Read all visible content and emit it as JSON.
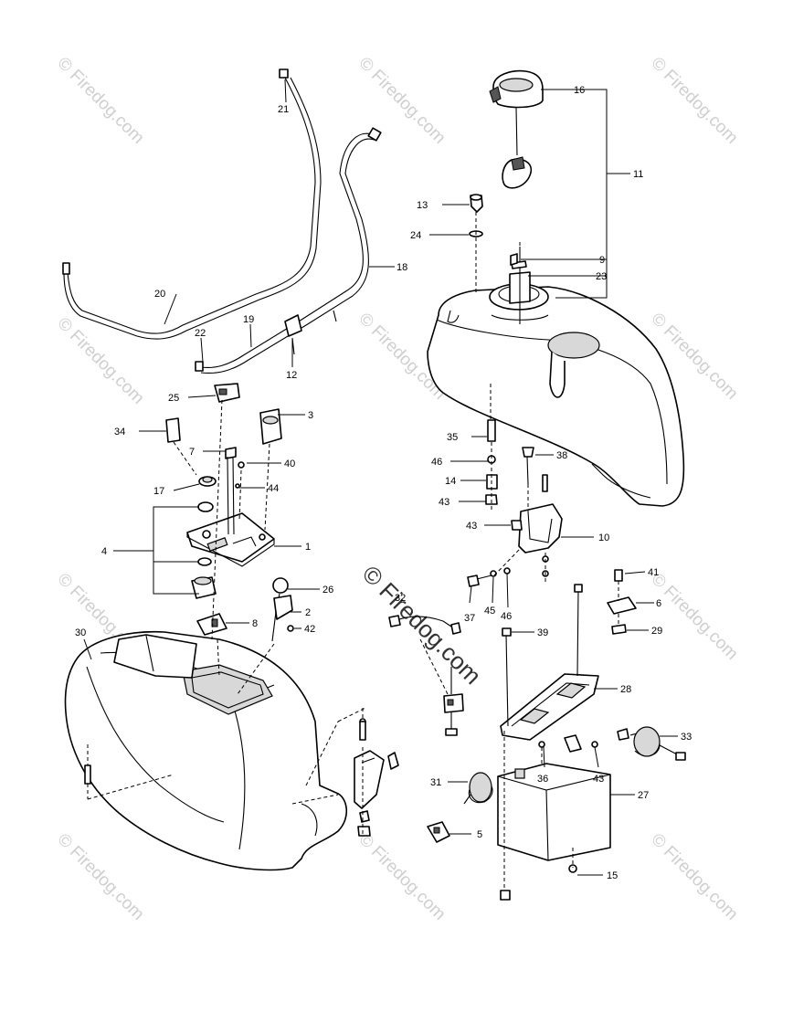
{
  "watermark": {
    "text": "© Firedog.com",
    "center_text": "© Firedog.com"
  },
  "callouts": [
    "1",
    "2",
    "3",
    "4",
    "5",
    "6",
    "7",
    "8",
    "9",
    "10",
    "11",
    "12",
    "13",
    "14",
    "15",
    "16",
    "17",
    "18",
    "19",
    "20",
    "21",
    "22",
    "23",
    "24",
    "25",
    "26",
    "27",
    "28",
    "29",
    "30",
    "31",
    "32",
    "33",
    "34",
    "35",
    "36",
    "37",
    "38",
    "39",
    "40",
    "41",
    "42",
    "43",
    "43",
    "43",
    "44",
    "45",
    "46",
    "46"
  ]
}
